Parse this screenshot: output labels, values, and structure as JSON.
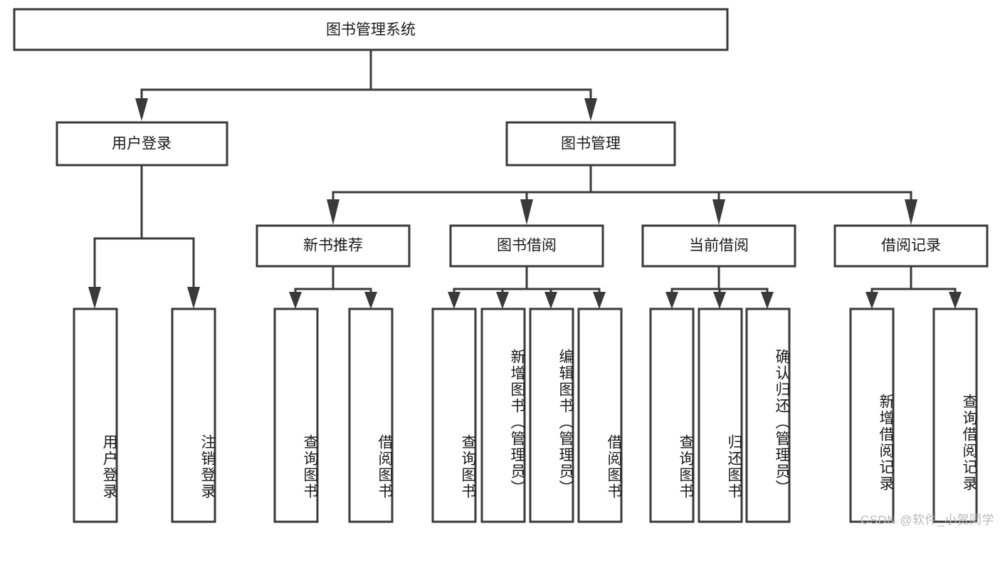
{
  "diagram": {
    "title": "图书管理系统",
    "type": "tree-hierarchy-diagram",
    "colors": {
      "box_stroke": "#3a3a3a",
      "box_fill": "#ffffff",
      "text": "#1a1a1a",
      "background": "#ffffff",
      "watermark": "#b9b9b9"
    },
    "root": {
      "label": "图书管理系统"
    },
    "level2": [
      {
        "label": "用户登录"
      },
      {
        "label": "图书管理"
      }
    ],
    "level3": [
      {
        "label": "新书推荐"
      },
      {
        "label": "图书借阅"
      },
      {
        "label": "当前借阅"
      },
      {
        "label": "借阅记录"
      }
    ],
    "leaves": {
      "user_login": [
        {
          "label": "用户登录"
        },
        {
          "label": "注销登录"
        }
      ],
      "new_book_recommend": [
        {
          "label": "查询图书"
        },
        {
          "label": "借阅图书"
        }
      ],
      "book_borrow": [
        {
          "label": "查询图书"
        },
        {
          "label": "新增图书（管理员）"
        },
        {
          "label": "编辑图书（管理员）"
        },
        {
          "label": "借阅图书"
        }
      ],
      "current_borrow": [
        {
          "label": "查询图书"
        },
        {
          "label": "归还图书"
        },
        {
          "label": "确认归还（管理员）"
        }
      ],
      "borrow_record": [
        {
          "label": "新增借阅记录"
        },
        {
          "label": "查询借阅记录"
        }
      ]
    }
  },
  "watermark": {
    "text": "CSDN @软件_小贺同学"
  }
}
